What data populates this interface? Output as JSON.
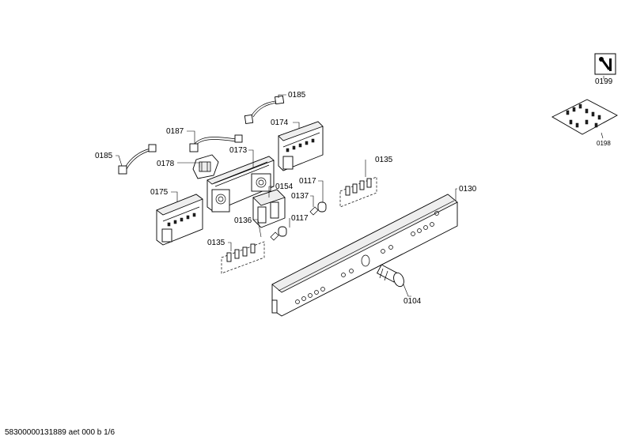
{
  "parts": [
    {
      "id": "p0185a",
      "label": "0185"
    },
    {
      "id": "p0174",
      "label": "0174"
    },
    {
      "id": "p0187",
      "label": "0187"
    },
    {
      "id": "p0173",
      "label": "0173"
    },
    {
      "id": "p0185b",
      "label": "0185"
    },
    {
      "id": "p0178",
      "label": "0178"
    },
    {
      "id": "p0175",
      "label": "0175"
    },
    {
      "id": "p0154",
      "label": "0154"
    },
    {
      "id": "p0117a",
      "label": "0117"
    },
    {
      "id": "p0137",
      "label": "0137"
    },
    {
      "id": "p0135a",
      "label": "0135"
    },
    {
      "id": "p0130",
      "label": "0130"
    },
    {
      "id": "p0136",
      "label": "0136"
    },
    {
      "id": "p0117b",
      "label": "0117"
    },
    {
      "id": "p0135b",
      "label": "0135"
    },
    {
      "id": "p0104",
      "label": "0104"
    },
    {
      "id": "p0199",
      "label": "0199"
    },
    {
      "id": "p0198",
      "label": "0198"
    }
  ],
  "footer": "58300000131889 aet 000 b 1/6"
}
